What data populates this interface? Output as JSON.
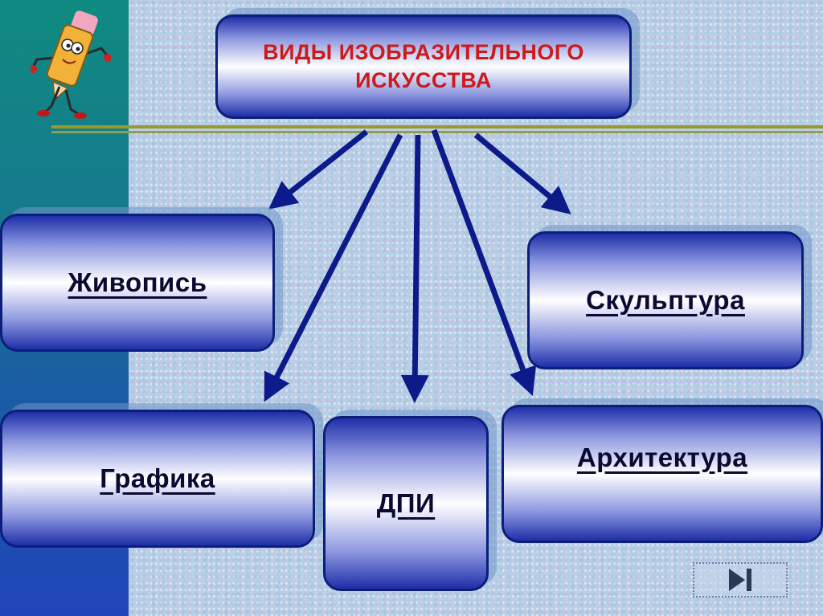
{
  "title": {
    "line1": "ВИДЫ ИЗОБРАЗИТЕЛЬНОГО",
    "line2": "ИСКУССТВА"
  },
  "categories": {
    "painting": "Живопись",
    "graphics": "Графика",
    "dpi": "ДПИ",
    "sculpture": "Скульптура",
    "architecture": "Архитектура"
  },
  "colors": {
    "title_text": "#cc1a1a",
    "box_text": "#0a0a32",
    "box_border": "#0b1e7a",
    "arrow": "#0d1b8a"
  },
  "icons": {
    "mascot": "pencil-character-icon",
    "next": "next-slide-icon"
  }
}
